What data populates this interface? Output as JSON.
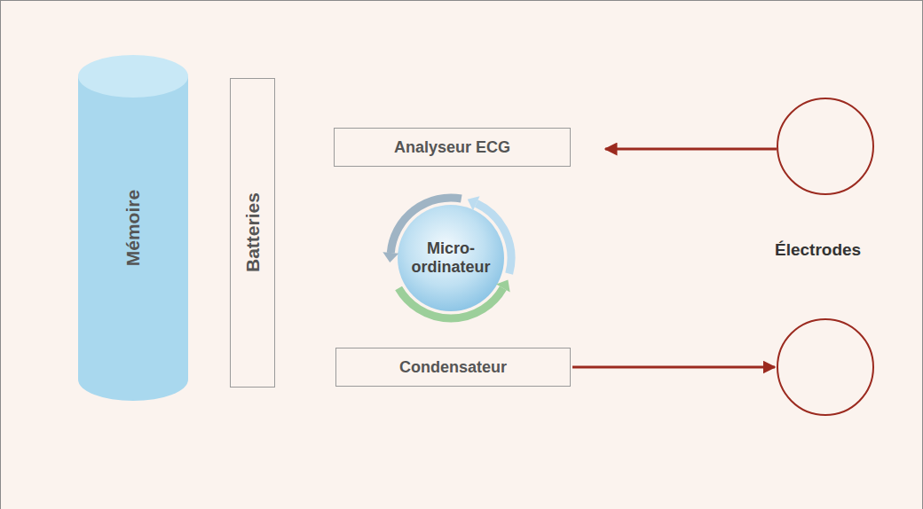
{
  "diagram": {
    "nodes": [
      {
        "text": [
          "Mémoire"
        ]
      },
      {
        "text": [
          "Batteries"
        ]
      },
      {
        "text": [
          "Analyseur ECG"
        ]
      },
      {
        "text": [
          "Micro- ordinateur"
        ]
      },
      {
        "text": [
          "Condensateur"
        ]
      }
    ],
    "labels": [
      "Électrodes"
    ]
  }
}
